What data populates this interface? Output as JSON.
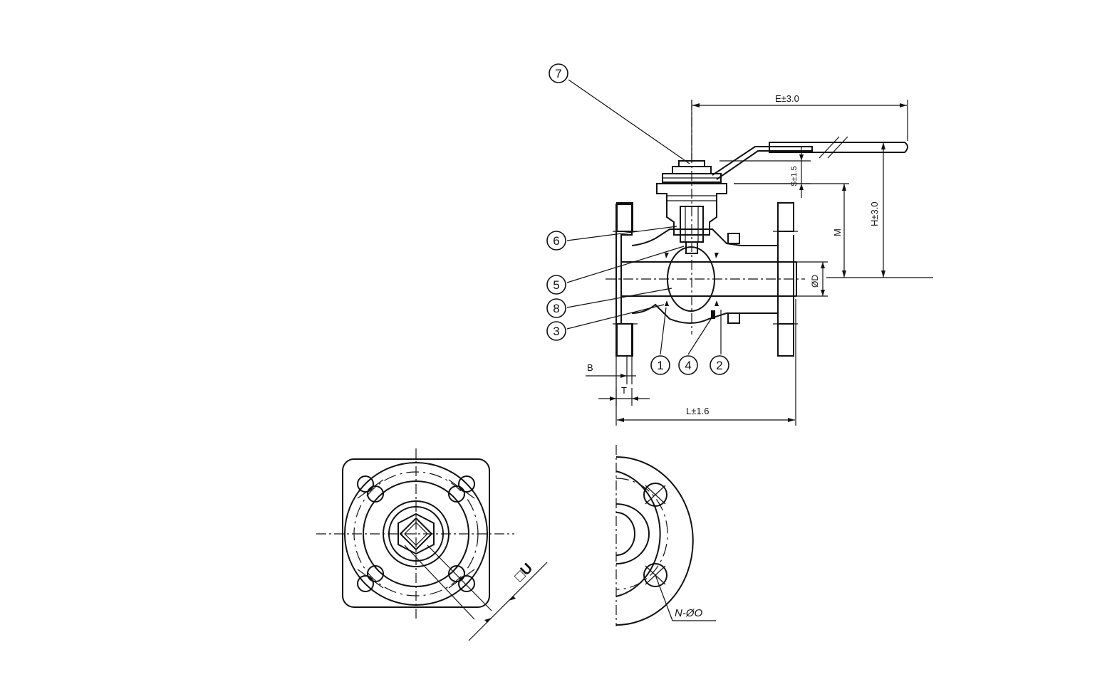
{
  "callouts": [
    {
      "id": "c7",
      "label": "7"
    },
    {
      "id": "c6",
      "label": "6"
    },
    {
      "id": "c5",
      "label": "5"
    },
    {
      "id": "c8",
      "label": "8"
    },
    {
      "id": "c3",
      "label": "3"
    },
    {
      "id": "c1",
      "label": "1"
    },
    {
      "id": "c4",
      "label": "4"
    },
    {
      "id": "c2",
      "label": "2"
    }
  ],
  "dimensions": {
    "E": "E±3.0",
    "S": "S±1.5",
    "H": "H±3.0",
    "M": "M",
    "D": "ØD",
    "L": "L±1.6",
    "B": "B",
    "T": "T",
    "U": "□U",
    "N": "N-ØO"
  }
}
